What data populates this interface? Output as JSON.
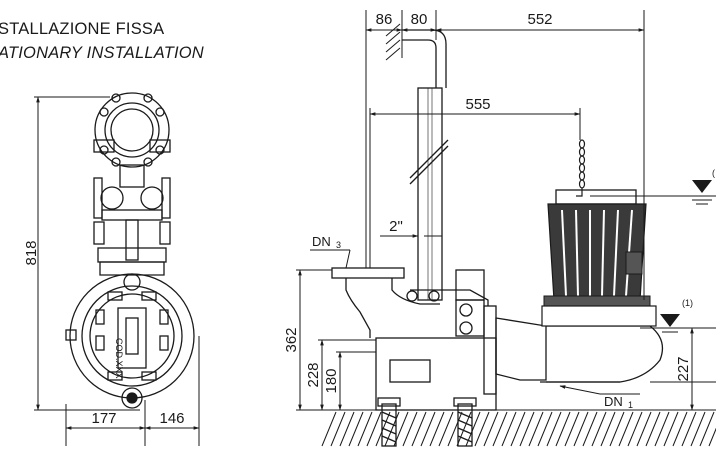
{
  "title": {
    "line1": "STALLAZIONE FISSA",
    "line2": "ATIONARY INSTALLATION"
  },
  "dimensions": {
    "height_818": "818",
    "width_177": "177",
    "width_146": "146",
    "top_86": "86",
    "top_80": "80",
    "top_552": "552",
    "span_555": "555",
    "pipe_2in": "2\"",
    "height_362": "362",
    "height_228": "228",
    "height_180": "180",
    "height_227": "227"
  },
  "labels": {
    "dn3": "DN",
    "dn3_sub": "3",
    "dn1": "DN",
    "dn1_sub": "1",
    "note1": "(1)",
    "note1_top": "(",
    "plate": "COD.XXX"
  },
  "colors": {
    "line": "#1a1a1a",
    "pump_fill": "#3a3a3a",
    "floor_hatch": "#1a1a1a"
  }
}
